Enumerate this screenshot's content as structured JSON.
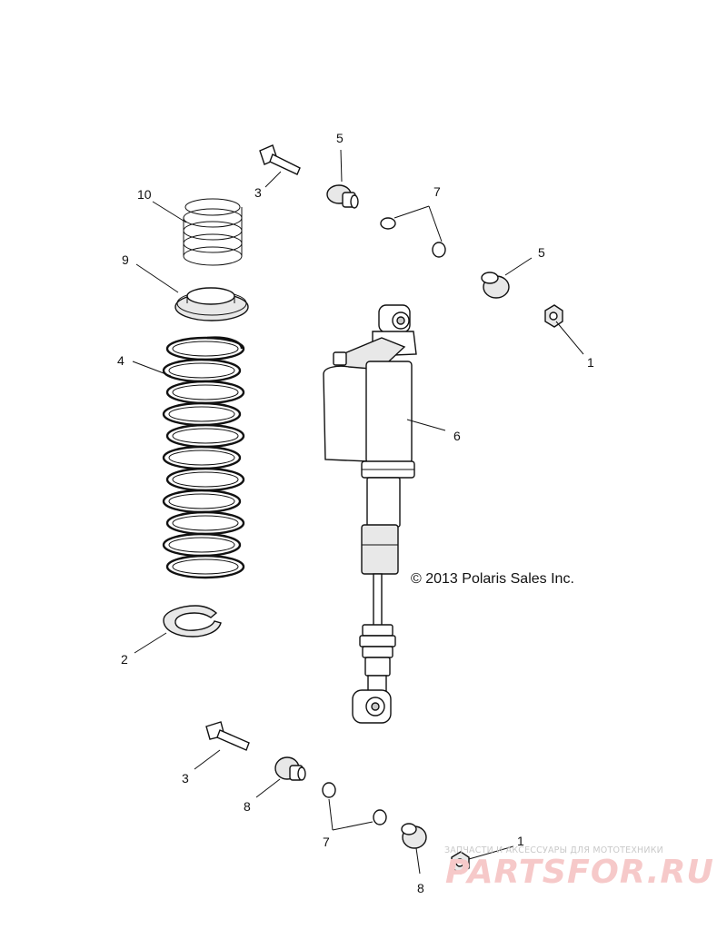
{
  "diagram": {
    "callouts": {
      "c1_top": "1",
      "c1_bottom": "1",
      "c2": "2",
      "c3_top": "3",
      "c3_bottom": "3",
      "c4": "4",
      "c5_a": "5",
      "c5_b": "5",
      "c6": "6",
      "c7_top": "7",
      "c7_bottom": "7",
      "c8_a": "8",
      "c8_b": "8",
      "c9": "9",
      "c10": "10"
    },
    "copyright": "© 2013 Polaris Sales Inc."
  },
  "watermark": {
    "tagline": "ЗАПЧАСТИ И АКСЕССУАРЫ ДЛЯ МОТОТЕХНИКИ",
    "brand": "PARTSFOR.RU"
  },
  "colors": {
    "line": "#111111",
    "watermark_brand": "#f6c9c9",
    "watermark_tagline": "#c9c9c9"
  }
}
